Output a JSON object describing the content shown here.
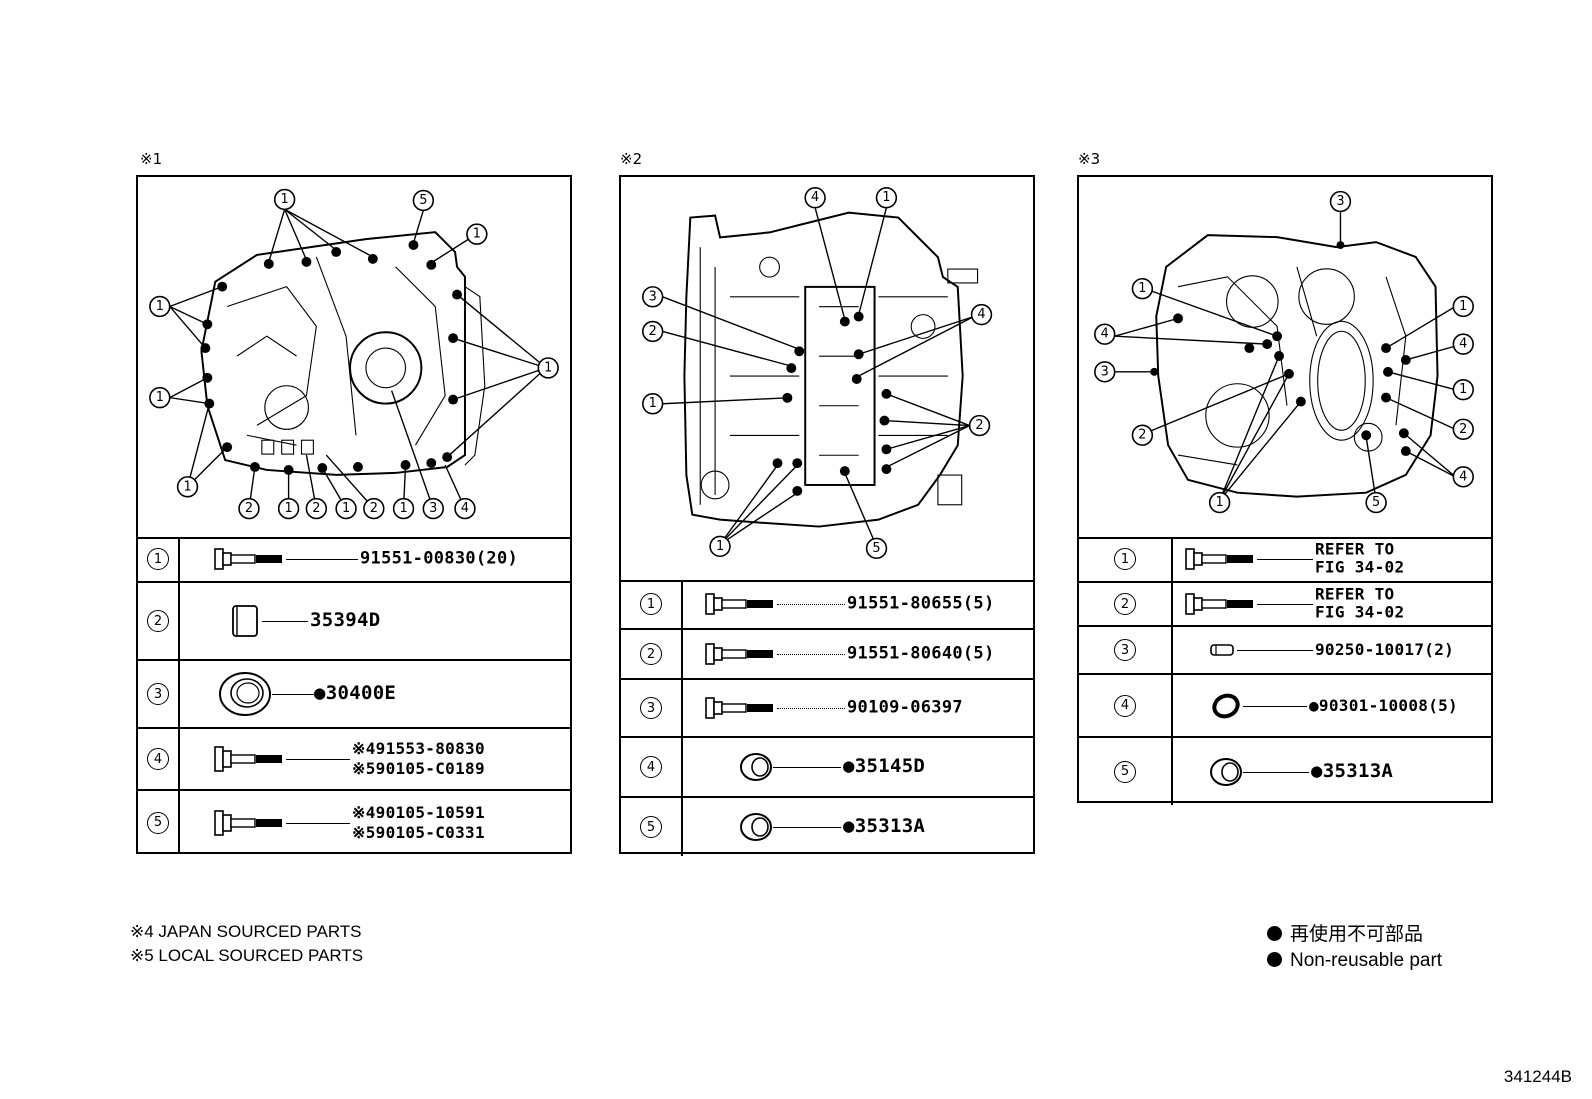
{
  "panels": [
    {
      "label": "※1",
      "rows": [
        {
          "index": "1",
          "lines": [
            "91551-00830(20)"
          ],
          "icon": "flange-bolt-icon"
        },
        {
          "index": "2",
          "lines": [
            "35394D"
          ],
          "icon": "plug-pad-icon"
        },
        {
          "index": "3",
          "lines": [
            "●30400E"
          ],
          "icon": "oil-seal-icon"
        },
        {
          "index": "4",
          "lines": [
            "※491553-80830",
            "※590105-C0189"
          ],
          "icon": "flange-bolt-icon"
        },
        {
          "index": "5",
          "lines": [
            "※490105-10591",
            "※590105-C0331"
          ],
          "icon": "flange-bolt-icon"
        }
      ],
      "callouts": [
        "1",
        "5",
        "1",
        "1",
        "1",
        "1",
        "2",
        "1",
        "2",
        "1",
        "2",
        "1",
        "3",
        "4"
      ]
    },
    {
      "label": "※2",
      "rows": [
        {
          "index": "1",
          "lines": [
            "91551-80655(5)"
          ],
          "icon": "flange-bolt-icon"
        },
        {
          "index": "2",
          "lines": [
            "91551-80640(5)"
          ],
          "icon": "flange-bolt-icon"
        },
        {
          "index": "3",
          "lines": [
            "90109-06397"
          ],
          "icon": "flange-bolt-icon"
        },
        {
          "index": "4",
          "lines": [
            "●35145D"
          ],
          "icon": "o-ring-sleeve-icon"
        },
        {
          "index": "5",
          "lines": [
            "●35313A"
          ],
          "icon": "o-ring-sleeve-icon"
        }
      ],
      "callouts": [
        "4",
        "1",
        "3",
        "2",
        "1",
        "4",
        "2",
        "1",
        "5"
      ]
    },
    {
      "label": "※3",
      "rows": [
        {
          "index": "1",
          "lines": [
            "REFER TO",
            "FIG 34-02"
          ],
          "icon": "flange-bolt-icon"
        },
        {
          "index": "2",
          "lines": [
            "REFER TO",
            "FIG 34-02"
          ],
          "icon": "flange-bolt-icon"
        },
        {
          "index": "3",
          "lines": [
            "90250-10017(2)"
          ],
          "icon": "pin-icon"
        },
        {
          "index": "4",
          "lines": [
            "●90301-10008(5)"
          ],
          "icon": "o-ring-icon"
        },
        {
          "index": "5",
          "lines": [
            "●35313A"
          ],
          "icon": "o-ring-sleeve-icon"
        }
      ],
      "callouts": [
        "3",
        "1",
        "4",
        "3",
        "2",
        "1",
        "1",
        "4",
        "1",
        "2",
        "4",
        "5"
      ]
    }
  ],
  "notes": [
    "※4 JAPAN SOURCED PARTS",
    "※5 LOCAL SOURCED PARTS"
  ],
  "legend": [
    "再使用不可部品",
    "Non-reusable part"
  ],
  "figure_ref": "341244B"
}
